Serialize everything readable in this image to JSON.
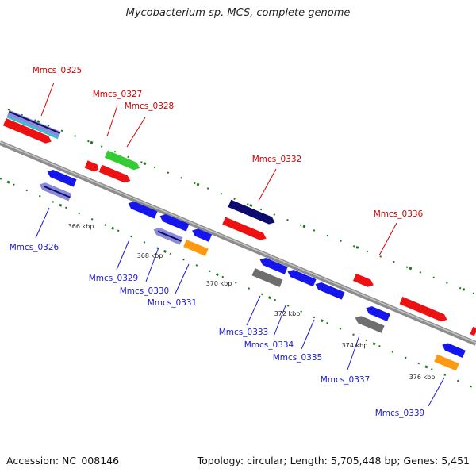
{
  "title": "Mycobacterium sp. MCS, complete genome",
  "accession": "Accession: NC_008146",
  "summary": "Topology: circular; Length: 5,705,448 bp; Genes: 5,451",
  "colors": {
    "backbone": "#8c8c8c",
    "forward_label": "#d40000",
    "reverse_label": "#1a1ad0",
    "tick": "#1a7a1a",
    "red": "#ee1111",
    "green": "#33cc33",
    "blue": "#1515ee",
    "navy": "#0c0c6e",
    "gray": "#6e6e6e",
    "orange": "#ff9911",
    "lavender": "#8a8ad8",
    "cyan": "#33bfcf"
  },
  "scale_labels": [
    "366 kbp",
    "368 kbp",
    "370 kbp",
    "372 kbp",
    "374 kbp",
    "376 kbp"
  ],
  "forward_labels": [
    "Mmcs_0325",
    "Mmcs_0327",
    "Mmcs_0328",
    "Mmcs_0332",
    "Mmcs_0336"
  ],
  "reverse_labels": [
    "Mmcs_0326",
    "Mmcs_0329",
    "Mmcs_0330",
    "Mmcs_0331",
    "Mmcs_0333",
    "Mmcs_0334",
    "Mmcs_0335",
    "Mmcs_0337",
    "Mmcs_0339"
  ]
}
